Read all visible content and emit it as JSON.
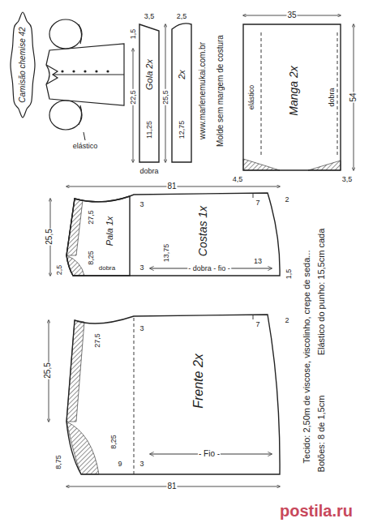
{
  "diagram": {
    "nodes": [
      {
        "text": [
          "Camisão chemise 42"
        ]
      },
      {
        "text": [
          "Gola 2x"
        ]
      },
      {
        "text": [
          "2x"
        ]
      },
      {
        "text": [
          "Manga 2x"
        ]
      },
      {
        "text": [
          "Costas 1x"
        ]
      },
      {
        "text": [
          "Pala 1x"
        ]
      },
      {
        "text": [
          "Frente 2x"
        ]
      }
    ],
    "labels": [
      "elástico",
      "www.marlenemukai.com.br",
      "Molde sem margem de costura",
      "22,5",
      "11,25",
      "3,5",
      "1,5",
      "dobra",
      "25,5",
      "12,75",
      "2,5",
      "54",
      "35",
      "dobra",
      "elástico",
      "4,5",
      "3,5",
      "81",
      "25,5",
      "27,5",
      "3",
      "8,25",
      "2,5",
      "dobra",
      "13,75",
      "3",
      "7",
      "2",
      "13",
      "1,5",
      "- dobra - fio -",
      "81",
      "25,5",
      "27,5",
      "3",
      "8,25",
      "8,75",
      "9",
      "3",
      "7",
      "2",
      "- Fio -",
      "Tecido: 2,50m de viscose, viscolinho, crepe de seda...",
      "Botões: 8 de 1,5cm",
      "Elástico do punho: 15,5cm cada",
      "postila.ru"
    ]
  }
}
